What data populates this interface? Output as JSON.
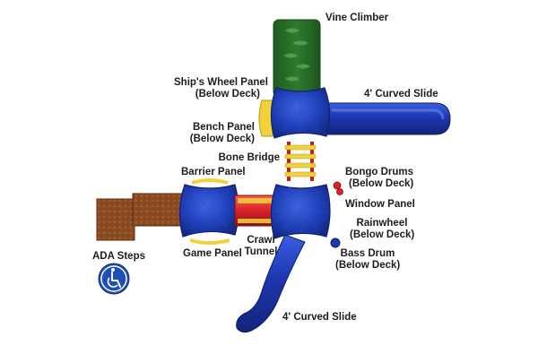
{
  "labels": {
    "vine_climber": "Vine Climber",
    "ships_wheel": [
      "Ship's Wheel Panel",
      "(Below Deck)"
    ],
    "curved_slide_top": "4' Curved Slide",
    "bench_panel": [
      "Bench Panel",
      "(Below Deck)"
    ],
    "bone_bridge": "Bone Bridge",
    "bongo_drums": [
      "Bongo Drums",
      "(Below Deck)"
    ],
    "barrier_panel": "Barrier Panel",
    "window_panel": "Window Panel",
    "rainwheel": [
      "Rainwheel",
      "(Below Deck)"
    ],
    "crawl_tunnel": [
      "Crawl",
      "Tunnel"
    ],
    "ada_steps": "ADA Steps",
    "game_panel": "Game Panel",
    "bass_drum": [
      "Bass Drum",
      "(Below Deck)"
    ],
    "curved_slide_bottom": "4' Curved Slide"
  },
  "icons": {
    "accessibility": "wheelchair-icon"
  },
  "colors": {
    "deck_blue": "#1f3fb8",
    "slide_blue": "#1e36b0",
    "climber_green": "#2e7a2e",
    "steps_brown": "#8a4a22",
    "tunnel_red": "#d8232a",
    "panel_yellow": "#f2d23a"
  }
}
